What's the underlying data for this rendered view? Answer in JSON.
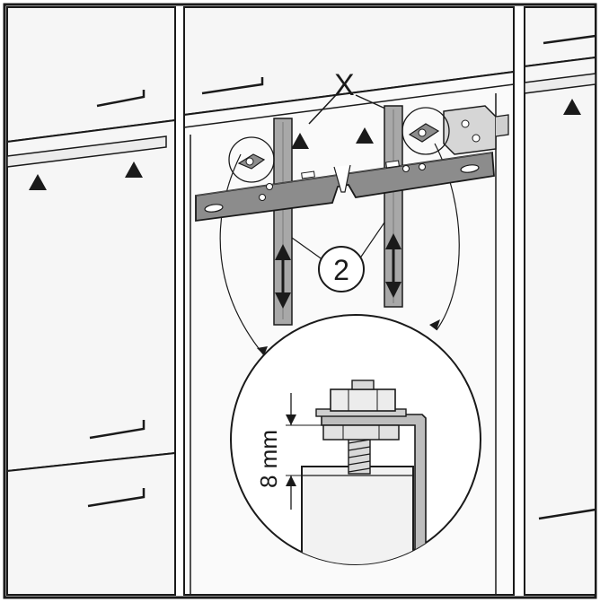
{
  "labels": {
    "x_marker": "X",
    "step_number": "2",
    "dimension": "8 mm"
  },
  "colors": {
    "line": "#1a1a1a",
    "panel": "#f4f4f4",
    "bracket": "#8c8c8c",
    "bracket_dark": "#6e6e6e",
    "rail": "#a8a8a8",
    "inset_bg": "#ffffff"
  },
  "icons": [
    "triangle-marker-icon",
    "double-arrow-icon",
    "handle-icon",
    "bolt-icon",
    "screw-icon"
  ]
}
